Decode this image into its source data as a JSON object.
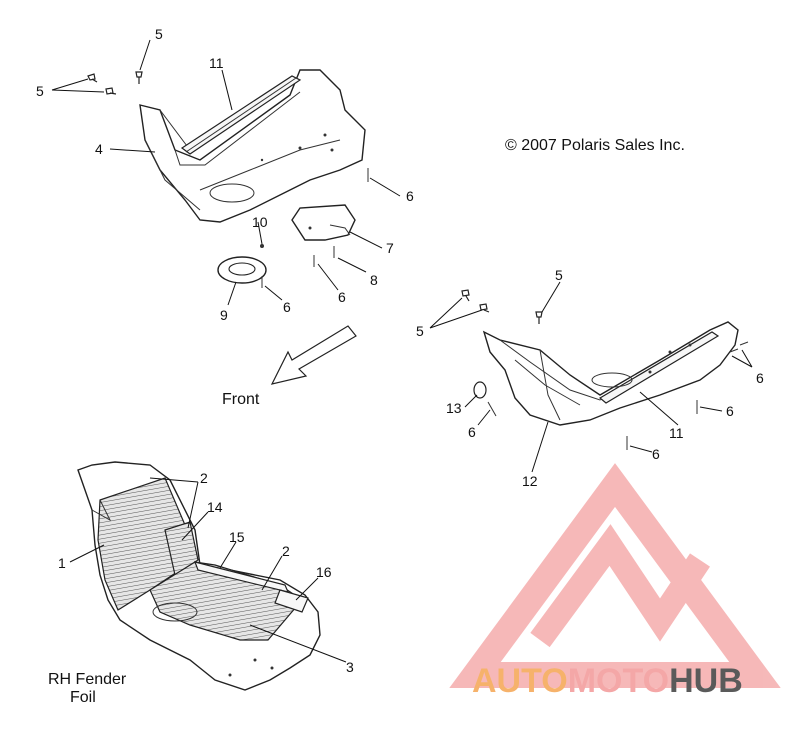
{
  "copyright": "© 2007 Polaris Sales Inc.",
  "direction_label": "Front",
  "caption_line1": "RH Fender",
  "caption_line2": "Foil",
  "watermark": {
    "text_part1": "AUTO",
    "text_part2": "MOTO",
    "text_part3": "HUB",
    "color_primary": "#f4a7a7",
    "color_accent": "#f6b26b",
    "color_dark": "#555555"
  },
  "callouts": {
    "c1": "1",
    "c2a": "2",
    "c2b": "2",
    "c3": "3",
    "c4": "4",
    "c5a": "5",
    "c5b": "5",
    "c5c": "5",
    "c5d": "5",
    "c6a": "6",
    "c6b": "6",
    "c6c": "6",
    "c6d": "6",
    "c6e": "6",
    "c6f": "6",
    "c6g": "6",
    "c7": "7",
    "c8": "8",
    "c9": "9",
    "c10": "10",
    "c11a": "11",
    "c11b": "11",
    "c12": "12",
    "c13": "13",
    "c14": "14",
    "c15": "15",
    "c16": "16"
  }
}
